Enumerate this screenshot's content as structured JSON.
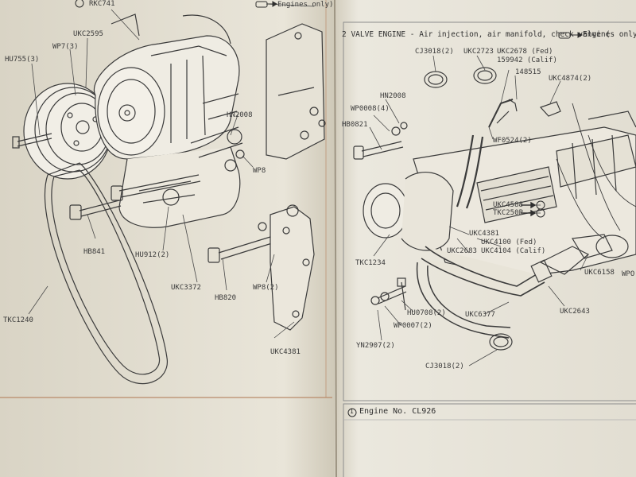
{
  "left_page": {
    "top_note": "Engines only)",
    "parts": {
      "RKC741": "RKC741",
      "UKC2595": "UKC2595",
      "WP7_3": "WP7(3)",
      "HU755_3": "HU755(3)",
      "HN2008": "HN2008",
      "WP8": "WP8",
      "HB841": "HB841",
      "HU912_2": "HU912(2)",
      "UKC3372": "UKC3372",
      "HB820": "HB820",
      "WP8_2": "WP8(2)",
      "UKC4381": "UKC4381",
      "TKC1240": "TKC1240"
    }
  },
  "right_page": {
    "header": "2 VALVE ENGINE - Air injection, air manifold, check valve (",
    "header_tail": "Engines only)",
    "parts": {
      "CJ3018_2_top": "CJ3018(2)",
      "UKC2723": "UKC2723",
      "UKC2678": "UKC2678 (Fed)",
      "159942": "159942 (Calif)",
      "148515": "148515",
      "UKC4874": "UKC4874(2)",
      "HN2008": "HN2008",
      "WP0008": "WP0008(4)",
      "HB0821": "HB0821",
      "WF0524": "WF0524(2)",
      "UKC4588": "UKC4588",
      "TKC250P": "TKC250P",
      "UKC4381": "UKC4381",
      "UKC4100": "UKC4100 (Fed)",
      "UKC4104": "UKC4104 (Calif)",
      "UKC2683": "UKC2683",
      "TKC1234": "TKC1234",
      "UKC6158": "UKC6158",
      "WP0_cut": "WPO",
      "HU0708": "HU0708(2)",
      "WP0007": "WP0007(2)",
      "UKC6377": "UKC6377",
      "UKC2643": "UKC2643",
      "YN2907": "YN2907(2)",
      "CJ3018_2_bottom": "CJ3018(2)"
    },
    "footnote_marker": "1",
    "footnote": "Engine No. CL926"
  },
  "colors": {
    "paper_left": "#e8e4d8",
    "paper_right": "#ebe8de",
    "ink": "#3a3a3a",
    "rule": "#b98a6a"
  }
}
